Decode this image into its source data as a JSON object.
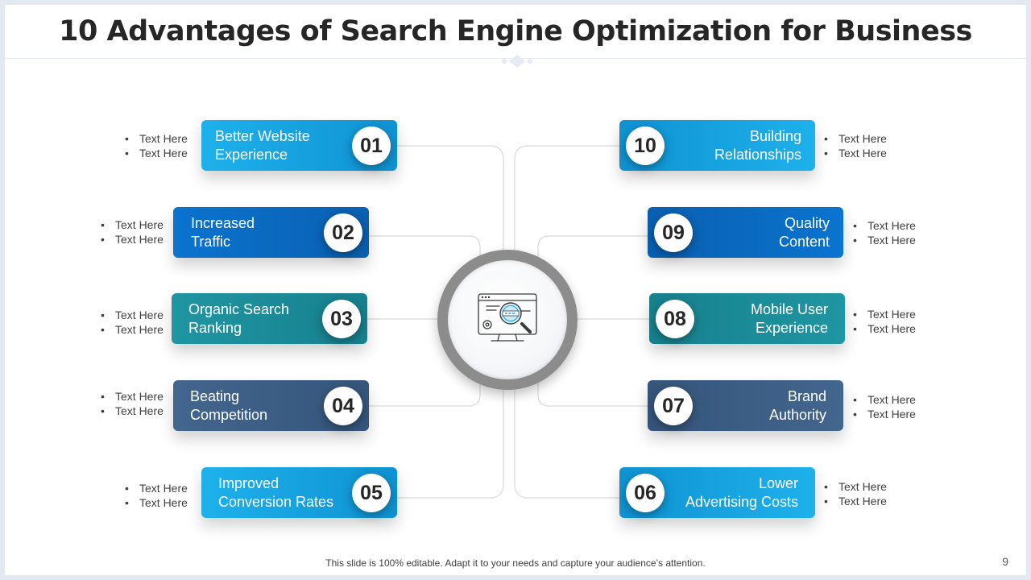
{
  "title": "10 Advantages of Search Engine Optimization for Business",
  "footer": "This slide is 100% editable. Adapt it to your needs and capture your audience’s attention.",
  "page_number": "9",
  "center_icon": "seo-monitor-magnifier-icon",
  "colors": {
    "light_blue": "#1aa4e3",
    "blue": "#0a6cc4",
    "teal": "#1b8a97",
    "slate": "#3d5f86"
  },
  "items": [
    {
      "number": "01",
      "label": "Better Website\nExperience",
      "bullets": [
        "Text Here",
        "Text Here"
      ]
    },
    {
      "number": "02",
      "label": "Increased\nTraffic",
      "bullets": [
        "Text Here",
        "Text Here"
      ]
    },
    {
      "number": "03",
      "label": "Organic Search\nRanking",
      "bullets": [
        "Text Here",
        "Text Here"
      ]
    },
    {
      "number": "04",
      "label": "Beating\nCompetition",
      "bullets": [
        "Text Here",
        "Text Here"
      ]
    },
    {
      "number": "05",
      "label": "Improved\nConversion Rates",
      "bullets": [
        "Text Here",
        "Text Here"
      ]
    },
    {
      "number": "06",
      "label": "Lower\nAdvertising Costs",
      "bullets": [
        "Text Here",
        "Text Here"
      ]
    },
    {
      "number": "07",
      "label": "Brand\nAuthority",
      "bullets": [
        "Text Here",
        "Text Here"
      ]
    },
    {
      "number": "08",
      "label": "Mobile User\nExperience",
      "bullets": [
        "Text Here",
        "Text Here"
      ]
    },
    {
      "number": "09",
      "label": "Quality\nContent",
      "bullets": [
        "Text Here",
        "Text Here"
      ]
    },
    {
      "number": "10",
      "label": "Building\nRelationships",
      "bullets": [
        "Text Here",
        "Text Here"
      ]
    }
  ]
}
